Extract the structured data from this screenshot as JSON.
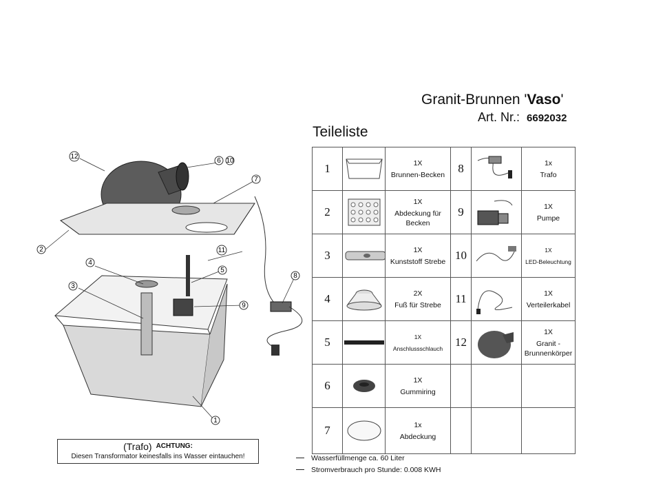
{
  "header": {
    "title_prefix": "Granit-Brunnen '",
    "title_name": "Vaso",
    "title_suffix": "'",
    "artnr_label": "Art. Nr.:",
    "artnr_value": "6692032"
  },
  "parts_heading": "Teileliste",
  "parts": [
    {
      "num": "1",
      "qty": "1X",
      "name": "Brunnen-Becken",
      "icon": "basin-icon"
    },
    {
      "num": "2",
      "qty": "1X",
      "name": "Abdeckung für Becken",
      "icon": "cover-grid-icon"
    },
    {
      "num": "3",
      "qty": "1X",
      "name": "Kunststoff Strebe",
      "icon": "strut-icon"
    },
    {
      "num": "4",
      "qty": "2X",
      "name": "Fuß für Strebe",
      "icon": "foot-icon"
    },
    {
      "num": "5",
      "qty": "1X",
      "name": "Anschlussschlauch",
      "icon": "hose-icon"
    },
    {
      "num": "6",
      "qty": "1X",
      "name": "Gummiring",
      "icon": "rubber-ring-icon"
    },
    {
      "num": "7",
      "qty": "1x",
      "name": "Abdeckung",
      "icon": "round-cover-icon"
    },
    {
      "num": "8",
      "qty": "1x",
      "name": "Trafo",
      "icon": "transformer-icon"
    },
    {
      "num": "9",
      "qty": "1X",
      "name": "Pumpe",
      "icon": "pump-icon"
    },
    {
      "num": "10",
      "qty": "1X",
      "name": "LED-Beleuchtung",
      "icon": "led-icon"
    },
    {
      "num": "11",
      "qty": "1X",
      "name": "Verteilerkabel",
      "icon": "cable-icon"
    },
    {
      "num": "12",
      "qty": "1X",
      "name": "Granit - Brunnenkörper",
      "icon": "granite-vase-icon"
    }
  ],
  "diagram_callouts": [
    "1",
    "2",
    "3",
    "4",
    "5",
    "6",
    "7",
    "8",
    "9",
    "10",
    "11",
    "12"
  ],
  "warning": {
    "prefix": "(Trafo)",
    "heading": "ACHTUNG:",
    "text": "Diesen Transformator keinesfalls ins Wasser eintauchen!"
  },
  "notes": [
    "Wasserfüllmenge ca. 60 Liter",
    "Stromverbrauch pro Stunde: 0.008 KWH"
  ]
}
